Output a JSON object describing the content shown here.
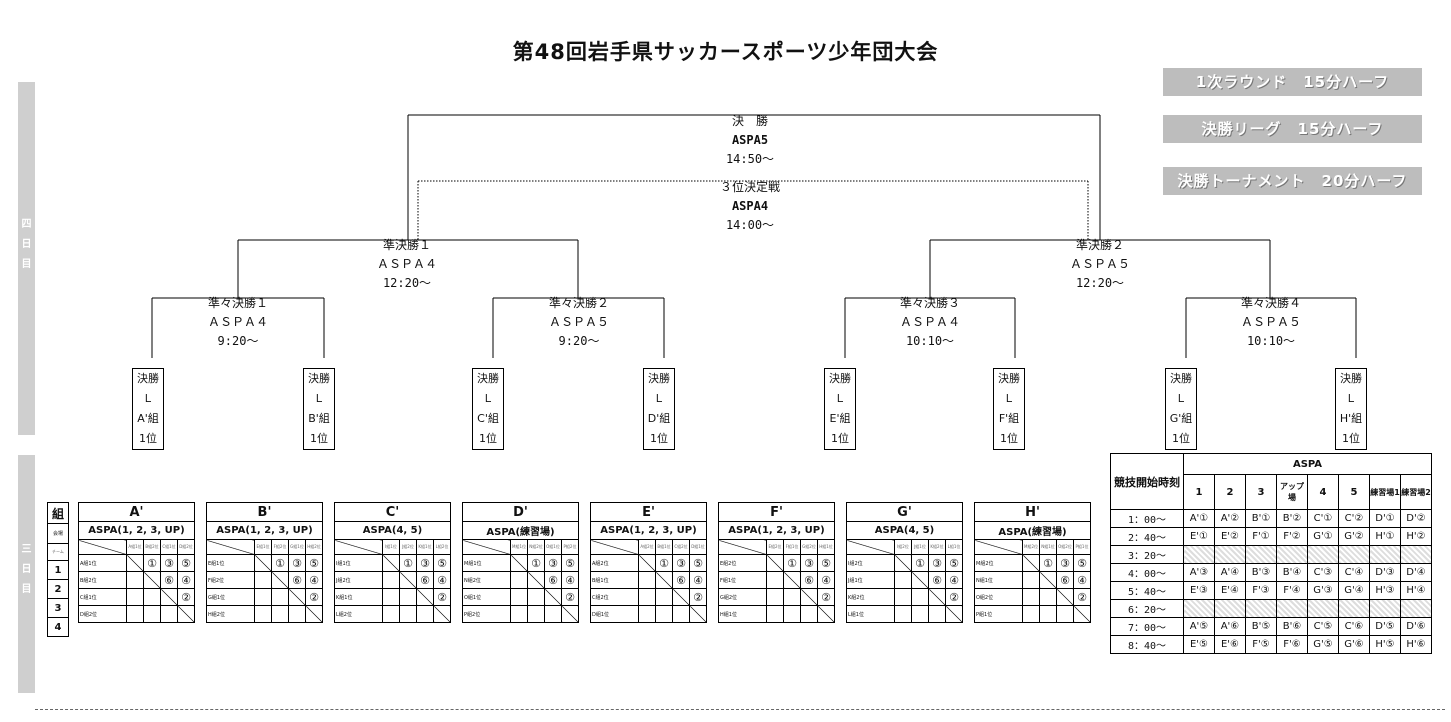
{
  "title": "第48回岩手県サッカースポーツ少年団大会",
  "side_labels": {
    "day4": [
      "四",
      "日",
      "目"
    ],
    "day3": [
      "三",
      "日",
      "目"
    ]
  },
  "badges": [
    "1次ラウンド　15分ハーフ",
    "決勝リーグ　15分ハーフ",
    "決勝トーナメント　20分ハーフ"
  ],
  "bracket": {
    "final": {
      "name": "決　勝",
      "venue": "ASPA5",
      "time": "14:50～"
    },
    "third": {
      "name": "３位決定戦",
      "venue": "ASPA4",
      "time": "14:00～"
    },
    "semis": [
      {
        "name": "準決勝１",
        "venue": "ＡＳＰＡ４",
        "time": "12:20～"
      },
      {
        "name": "準決勝２",
        "venue": "ＡＳＰＡ５",
        "time": "12:20～"
      }
    ],
    "quarters": [
      {
        "name": "準々決勝１",
        "venue": "ＡＳＰＡ４",
        "time": "9:20～"
      },
      {
        "name": "準々決勝２",
        "venue": "ＡＳＰＡ５",
        "time": "9:20～"
      },
      {
        "name": "準々決勝３",
        "venue": "ＡＳＰＡ４",
        "time": "10:10～"
      },
      {
        "name": "準々決勝４",
        "venue": "ＡＳＰＡ５",
        "time": "10:10～"
      }
    ],
    "leaves": [
      {
        "l1": "決勝Ｌ",
        "l2": "A'組",
        "l3": "1位"
      },
      {
        "l1": "決勝Ｌ",
        "l2": "B'組",
        "l3": "1位"
      },
      {
        "l1": "決勝Ｌ",
        "l2": "C'組",
        "l3": "1位"
      },
      {
        "l1": "決勝Ｌ",
        "l2": "D'組",
        "l3": "1位"
      },
      {
        "l1": "決勝Ｌ",
        "l2": "E'組",
        "l3": "1位"
      },
      {
        "l1": "決勝Ｌ",
        "l2": "F'組",
        "l3": "1位"
      },
      {
        "l1": "決勝Ｌ",
        "l2": "G'組",
        "l3": "1位"
      },
      {
        "l1": "決勝Ｌ",
        "l2": "H'組",
        "l3": "1位"
      }
    ]
  },
  "league_labels": {
    "group": "組",
    "venue": "会場",
    "team": "チーム",
    "rows": [
      "1",
      "2",
      "3",
      "4"
    ]
  },
  "groups": [
    {
      "name": "A'",
      "venue": "ASPA(1, 2, 3, UP)",
      "teams": [
        "A組1位",
        "B組2位",
        "C組1位",
        "D組2位"
      ],
      "hdr": [
        "A組1位",
        "B組2位",
        "C組1位",
        "D組2位"
      ]
    },
    {
      "name": "B'",
      "venue": "ASPA(1, 2, 3, UP)",
      "teams": [
        "E組1位",
        "F組2位",
        "G組1位",
        "H組2位"
      ],
      "hdr": [
        "E組1位",
        "F組2位",
        "G組1位",
        "H組2位"
      ]
    },
    {
      "name": "C'",
      "venue": "ASPA(4, 5)",
      "teams": [
        "I組1位",
        "J組2位",
        "K組1位",
        "L組2位"
      ],
      "hdr": [
        "I組1位",
        "J組2位",
        "K組1位",
        "L組2位"
      ]
    },
    {
      "name": "D'",
      "venue": "ASPA(練習場)",
      "teams": [
        "M組1位",
        "N組2位",
        "O組1位",
        "P組2位"
      ],
      "hdr": [
        "M組1位",
        "N組2位",
        "O組1位",
        "P組2位"
      ]
    },
    {
      "name": "E'",
      "venue": "ASPA(1, 2, 3, UP)",
      "teams": [
        "A組2位",
        "B組1位",
        "C組2位",
        "D組1位"
      ],
      "hdr": [
        "A組2位",
        "B組1位",
        "C組2位",
        "D組1位"
      ]
    },
    {
      "name": "F'",
      "venue": "ASPA(1, 2, 3, UP)",
      "teams": [
        "E組2位",
        "F組1位",
        "G組2位",
        "H組1位"
      ],
      "hdr": [
        "E組2位",
        "F組1位",
        "G組2位",
        "H組1位"
      ]
    },
    {
      "name": "G'",
      "venue": "ASPA(4, 5)",
      "teams": [
        "I組2位",
        "J組1位",
        "K組2位",
        "L組1位"
      ],
      "hdr": [
        "I組2位",
        "J組1位",
        "K組2位",
        "L組1位"
      ]
    },
    {
      "name": "H'",
      "venue": "ASPA(練習場)",
      "teams": [
        "M組2位",
        "N組1位",
        "O組2位",
        "P組1位"
      ],
      "hdr": [
        "M組2位",
        "N組1位",
        "O組2位",
        "P組1位"
      ]
    }
  ],
  "match_marks": {
    "r1": [
      "①",
      "③",
      "⑤"
    ],
    "r2": [
      "⑥",
      "④"
    ],
    "r3": [
      "②"
    ]
  },
  "schedule": {
    "corner": "競技開始時刻",
    "venue": "ASPA",
    "cols": [
      "1",
      "2",
      "3",
      "アップ場",
      "4",
      "5",
      "練習場1",
      "練習場2"
    ],
    "rows": [
      {
        "time": "1：00～",
        "cells": [
          "A'①",
          "A'②",
          "B'①",
          "B'②",
          "C'①",
          "C'②",
          "D'①",
          "D'②"
        ]
      },
      {
        "time": "2：40～",
        "cells": [
          "E'①",
          "E'②",
          "F'①",
          "F'②",
          "G'①",
          "G'②",
          "H'①",
          "H'②"
        ]
      },
      {
        "time": "3：20～",
        "cells": []
      },
      {
        "time": "4：00～",
        "cells": [
          "A'③",
          "A'④",
          "B'③",
          "B'④",
          "C'③",
          "C'④",
          "D'③",
          "D'④"
        ]
      },
      {
        "time": "5：40～",
        "cells": [
          "E'③",
          "E'④",
          "F'③",
          "F'④",
          "G'③",
          "G'④",
          "H'③",
          "H'④"
        ]
      },
      {
        "time": "6：20～",
        "cells": []
      },
      {
        "time": "7：00～",
        "cells": [
          "A'⑤",
          "A'⑥",
          "B'⑤",
          "B'⑥",
          "C'⑤",
          "C'⑥",
          "D'⑤",
          "D'⑥"
        ]
      },
      {
        "time": "8：40～",
        "cells": [
          "E'⑤",
          "E'⑥",
          "F'⑤",
          "F'⑥",
          "G'⑤",
          "G'⑥",
          "H'⑤",
          "H'⑥"
        ]
      }
    ]
  }
}
